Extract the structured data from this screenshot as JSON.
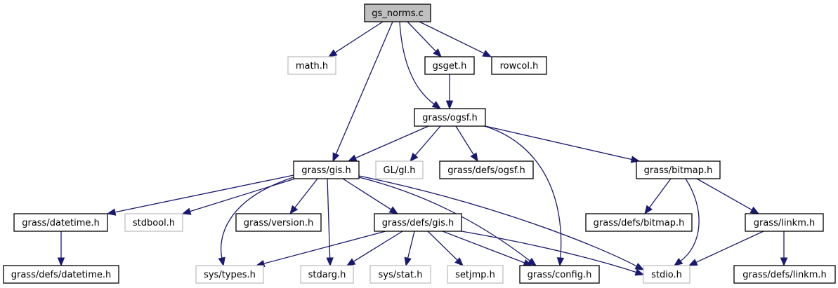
{
  "diagram": {
    "title": "gs_norms.c include dependency graph",
    "colors": {
      "edge": "#191970",
      "root_fill": "#bfbfbf",
      "local_border": "#000000",
      "system_border": "#bfbfbf"
    },
    "nodes": [
      {
        "id": "gs_norms_c",
        "label": "gs_norms.c",
        "kind": "root"
      },
      {
        "id": "math_h",
        "label": "math.h",
        "kind": "system"
      },
      {
        "id": "gsget_h",
        "label": "gsget.h",
        "kind": "local"
      },
      {
        "id": "rowcol_h",
        "label": "rowcol.h",
        "kind": "local"
      },
      {
        "id": "grass_ogsf_h",
        "label": "grass/ogsf.h",
        "kind": "local"
      },
      {
        "id": "grass_gis_h",
        "label": "grass/gis.h",
        "kind": "local"
      },
      {
        "id": "gl_gl_h",
        "label": "GL/gl.h",
        "kind": "system"
      },
      {
        "id": "grass_defs_ogsf_h",
        "label": "grass/defs/ogsf.h",
        "kind": "local"
      },
      {
        "id": "grass_bitmap_h",
        "label": "grass/bitmap.h",
        "kind": "local"
      },
      {
        "id": "grass_datetime_h",
        "label": "grass/datetime.h",
        "kind": "local"
      },
      {
        "id": "stdbool_h",
        "label": "stdbool.h",
        "kind": "system"
      },
      {
        "id": "grass_version_h",
        "label": "grass/version.h",
        "kind": "local"
      },
      {
        "id": "grass_defs_gis_h",
        "label": "grass/defs/gis.h",
        "kind": "local"
      },
      {
        "id": "grass_defs_bitmap_h",
        "label": "grass/defs/bitmap.h",
        "kind": "local"
      },
      {
        "id": "grass_linkm_h",
        "label": "grass/linkm.h",
        "kind": "local"
      },
      {
        "id": "grass_defs_datetime_h",
        "label": "grass/defs/datetime.h",
        "kind": "local"
      },
      {
        "id": "sys_types_h",
        "label": "sys/types.h",
        "kind": "system"
      },
      {
        "id": "stdarg_h",
        "label": "stdarg.h",
        "kind": "system"
      },
      {
        "id": "sys_stat_h",
        "label": "sys/stat.h",
        "kind": "system"
      },
      {
        "id": "setjmp_h",
        "label": "setjmp.h",
        "kind": "system"
      },
      {
        "id": "grass_config_h",
        "label": "grass/config.h",
        "kind": "local"
      },
      {
        "id": "stdio_h",
        "label": "stdio.h",
        "kind": "system"
      },
      {
        "id": "grass_defs_linkm_h",
        "label": "grass/defs/linkm.h",
        "kind": "local"
      }
    ],
    "edges": [
      {
        "from": "gs_norms_c",
        "to": "math_h"
      },
      {
        "from": "gs_norms_c",
        "to": "grass_gis_h"
      },
      {
        "from": "gs_norms_c",
        "to": "grass_ogsf_h"
      },
      {
        "from": "gs_norms_c",
        "to": "gsget_h"
      },
      {
        "from": "gs_norms_c",
        "to": "rowcol_h"
      },
      {
        "from": "gsget_h",
        "to": "grass_ogsf_h"
      },
      {
        "from": "grass_ogsf_h",
        "to": "grass_gis_h"
      },
      {
        "from": "grass_ogsf_h",
        "to": "gl_gl_h"
      },
      {
        "from": "grass_ogsf_h",
        "to": "grass_defs_ogsf_h"
      },
      {
        "from": "grass_ogsf_h",
        "to": "grass_config_h"
      },
      {
        "from": "grass_ogsf_h",
        "to": "grass_bitmap_h"
      },
      {
        "from": "grass_gis_h",
        "to": "grass_datetime_h"
      },
      {
        "from": "grass_gis_h",
        "to": "stdbool_h"
      },
      {
        "from": "grass_gis_h",
        "to": "sys_types_h"
      },
      {
        "from": "grass_gis_h",
        "to": "grass_version_h"
      },
      {
        "from": "grass_gis_h",
        "to": "stdarg_h"
      },
      {
        "from": "grass_gis_h",
        "to": "grass_defs_gis_h"
      },
      {
        "from": "grass_gis_h",
        "to": "grass_config_h"
      },
      {
        "from": "grass_gis_h",
        "to": "stdio_h"
      },
      {
        "from": "grass_datetime_h",
        "to": "grass_defs_datetime_h"
      },
      {
        "from": "grass_defs_gis_h",
        "to": "sys_types_h"
      },
      {
        "from": "grass_defs_gis_h",
        "to": "stdarg_h"
      },
      {
        "from": "grass_defs_gis_h",
        "to": "sys_stat_h"
      },
      {
        "from": "grass_defs_gis_h",
        "to": "setjmp_h"
      },
      {
        "from": "grass_defs_gis_h",
        "to": "grass_config_h"
      },
      {
        "from": "grass_defs_gis_h",
        "to": "stdio_h"
      },
      {
        "from": "grass_bitmap_h",
        "to": "grass_defs_bitmap_h"
      },
      {
        "from": "grass_bitmap_h",
        "to": "stdio_h"
      },
      {
        "from": "grass_bitmap_h",
        "to": "grass_linkm_h"
      },
      {
        "from": "grass_linkm_h",
        "to": "stdio_h"
      },
      {
        "from": "grass_linkm_h",
        "to": "grass_defs_linkm_h"
      }
    ]
  }
}
